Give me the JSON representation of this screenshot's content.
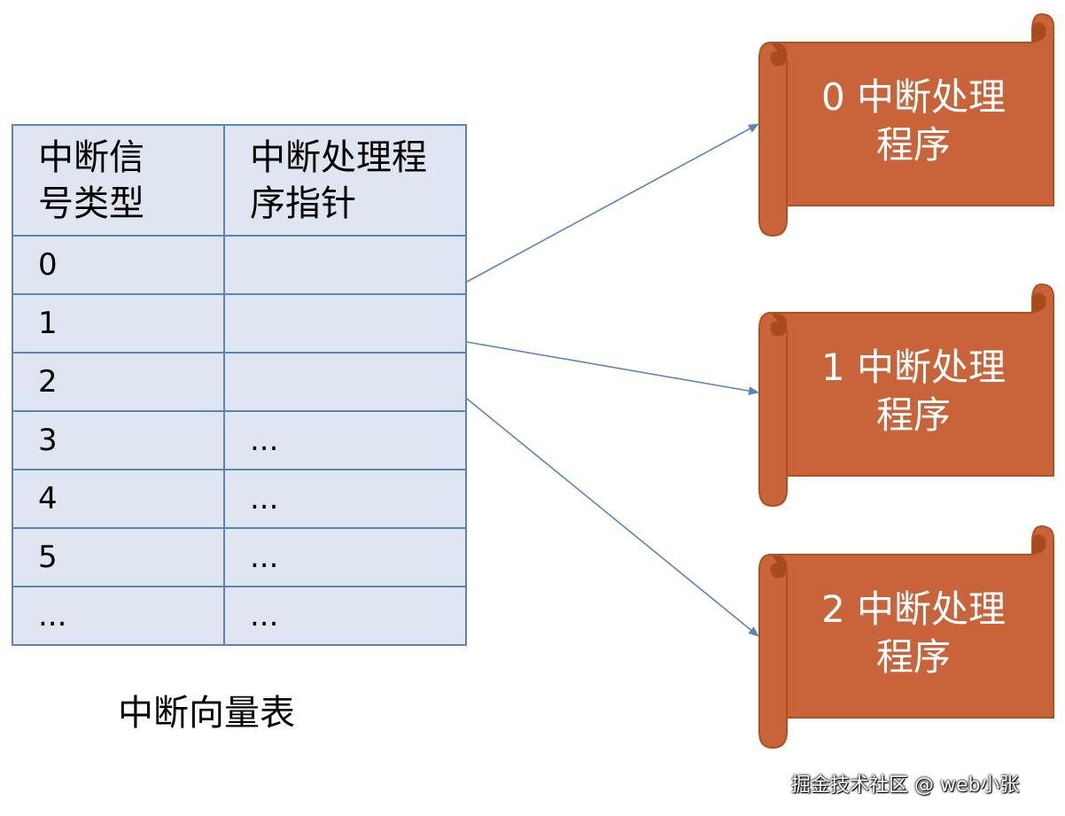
{
  "table": {
    "header": {
      "col1": "中断信号类型",
      "col2": "中断处理程序指针"
    },
    "rows": [
      {
        "type": "0",
        "ptr": ""
      },
      {
        "type": "1",
        "ptr": ""
      },
      {
        "type": "2",
        "ptr": ""
      },
      {
        "type": "3",
        "ptr": "..."
      },
      {
        "type": "4",
        "ptr": "..."
      },
      {
        "type": "5",
        "ptr": "..."
      },
      {
        "type": "...",
        "ptr": "..."
      }
    ]
  },
  "caption": "中断向量表",
  "handlers": [
    {
      "line1": "0 中断处理",
      "line2": "程序"
    },
    {
      "line1": "1 中断处理",
      "line2": "程序"
    },
    {
      "line1": "2 中断处理",
      "line2": "程序"
    }
  ],
  "arrows": [
    {
      "from": "row-0",
      "to": "handler-0"
    },
    {
      "from": "row-1",
      "to": "handler-1"
    },
    {
      "from": "row-2",
      "to": "handler-2"
    }
  ],
  "watermark": "掘金技术社区 @ web小张",
  "colors": {
    "table_border": "#5b84bd",
    "table_fill": "#dfe6f1",
    "scroll_fill": "#c9643a",
    "scroll_border": "#b0521e",
    "arrow": "#5b84bd"
  }
}
